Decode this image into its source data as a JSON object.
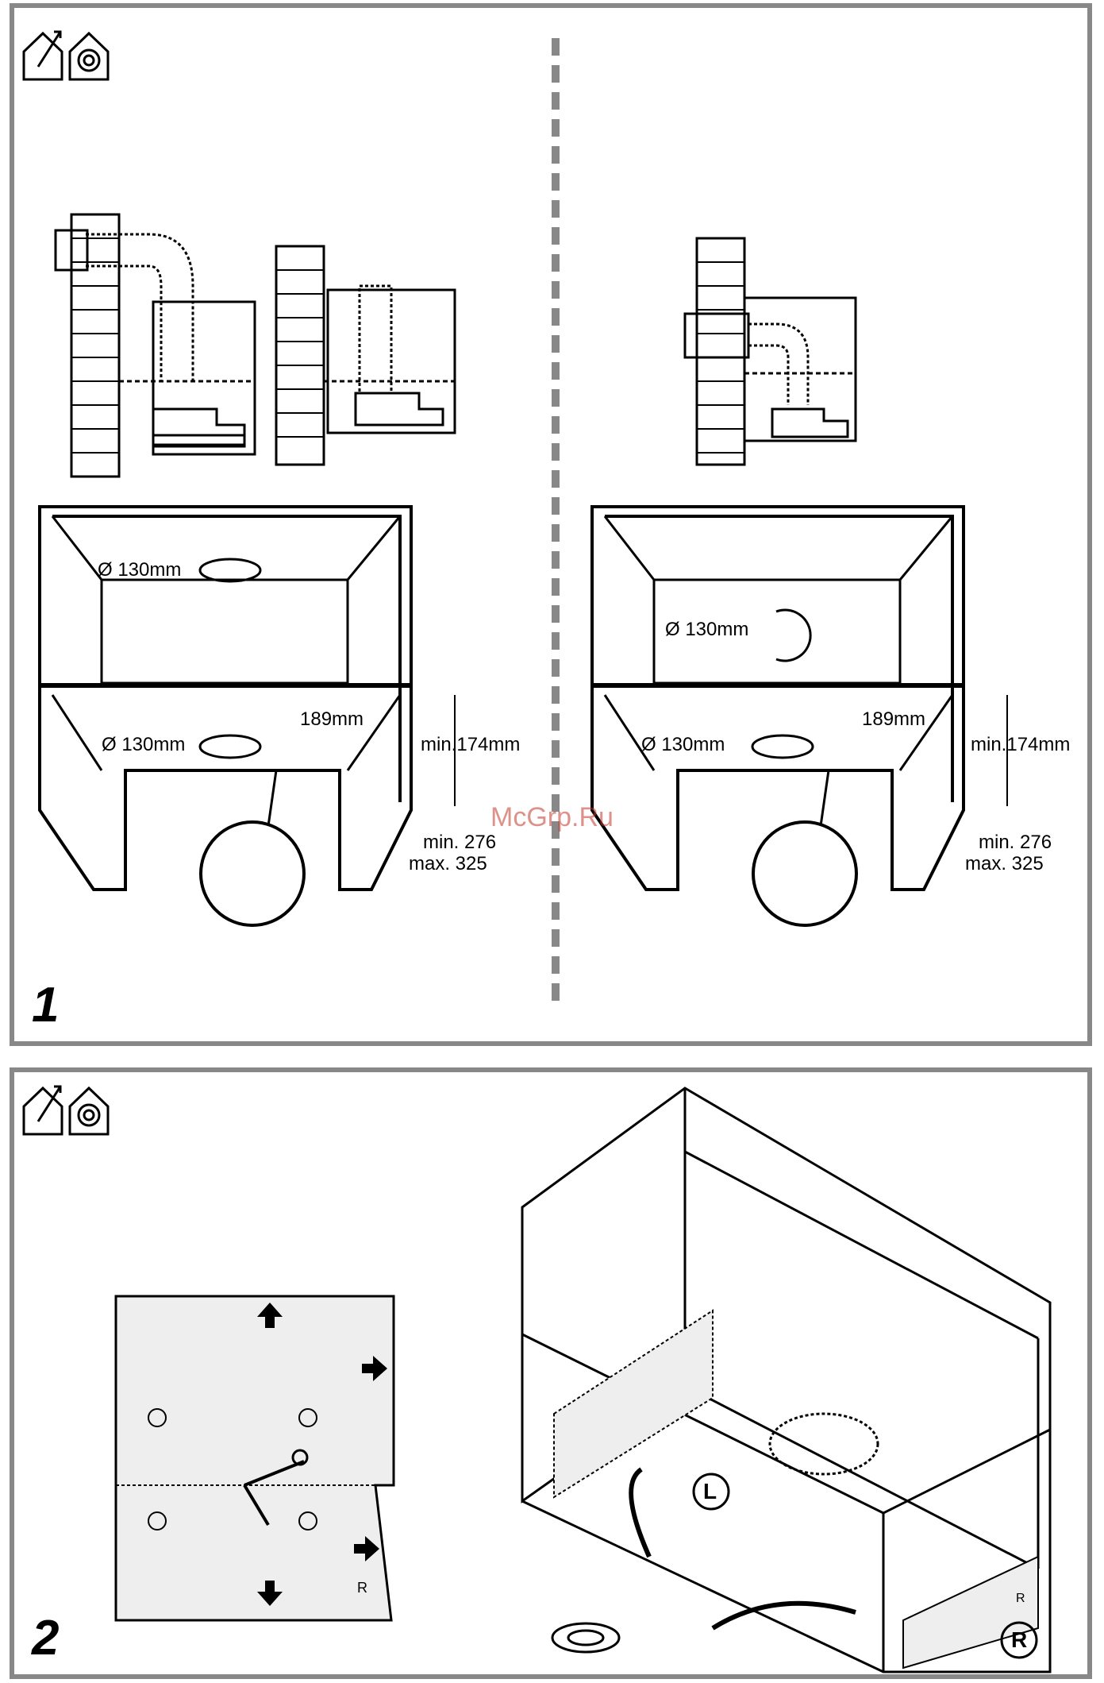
{
  "figures": [
    {
      "number": "1",
      "left_section": {
        "hole_diameter_top": "Ø 130mm",
        "hole_diameter_bottom": "Ø 130mm",
        "offset": "189mm",
        "height_min": "min.174mm",
        "depth_min": "min. 276",
        "depth_max": "max. 325"
      },
      "right_section": {
        "hole_diameter_back": "Ø 130mm",
        "hole_diameter_bottom": "Ø 130mm",
        "offset": "189mm",
        "height_min": "min.174mm",
        "depth_min": "min. 276",
        "depth_max": "max. 325"
      },
      "watermark": "McGrp.Ru"
    },
    {
      "number": "2",
      "template_mark_R": "R",
      "label_L": "L",
      "label_R": "R",
      "corner_mark_R": "R"
    }
  ]
}
